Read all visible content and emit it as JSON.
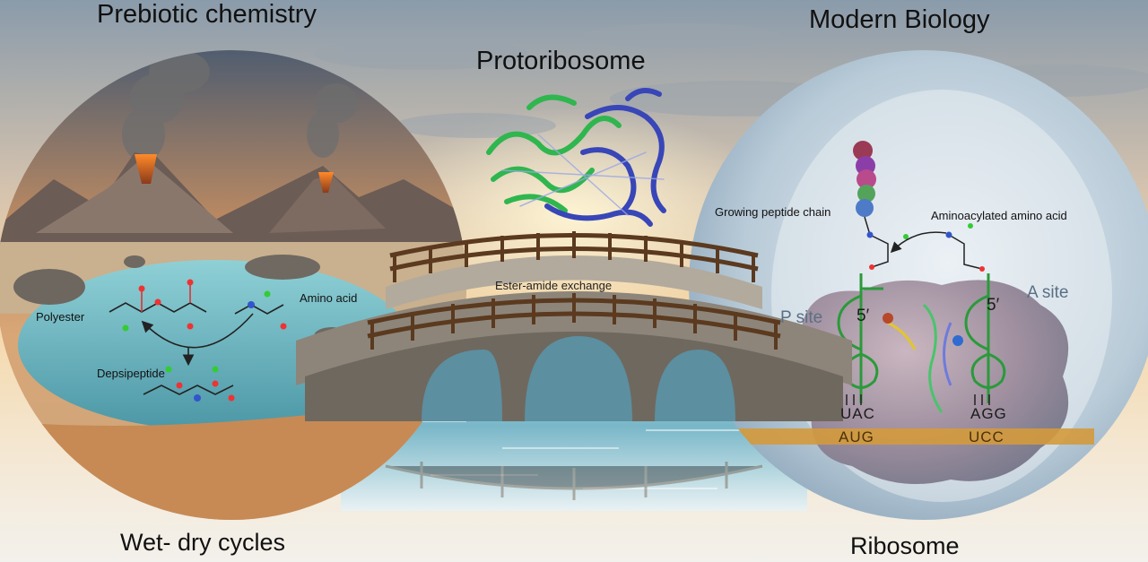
{
  "titles": {
    "prebiotic": "Prebiotic chemistry",
    "protoribosome": "Protoribosome",
    "modern": "Modern Biology",
    "wet_dry": "Wet- dry cycles",
    "ribosome": "Ribosome"
  },
  "left_panel": {
    "polyester": "Polyester",
    "amino_acid": "Amino acid",
    "depsipeptide": "Depsipeptide"
  },
  "bridge": {
    "label": "Ester-amide exchange"
  },
  "right_panel": {
    "growing_chain": "Growing peptide chain",
    "aminoacylated": "Aminoacylated amino acid",
    "p_site": "P site",
    "a_site": "A site",
    "five_prime_left": "5′",
    "five_prime_right": "5′",
    "anticodon_left": "UAC",
    "anticodon_right": "AGG",
    "codon_left": "AUG",
    "codon_right": "UCC"
  },
  "colors": {
    "sky_top": "#7f93a6",
    "sky_mid": "#e7c9a3",
    "sunset": "#f7d7a0",
    "water": "#6fb4c2",
    "mrna_band": "#d49a3c",
    "rna_green": "#2fb64f",
    "rna_blue": "#3846b8",
    "lava": "#e2561c"
  }
}
